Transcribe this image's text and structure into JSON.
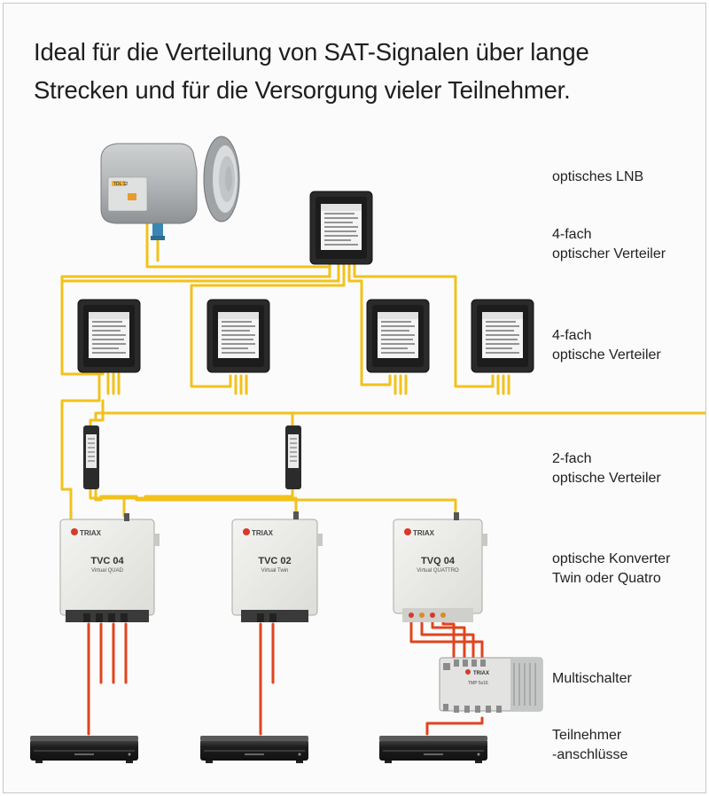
{
  "title": {
    "line1": "Ideal für die Verteilung von SAT-Signalen über lange",
    "line2": "Strecken und für die Versorgung vieler Teilnehmer."
  },
  "labels": {
    "lnb": "optisches LNB",
    "splitter4_main_1": "4-fach",
    "splitter4_main_2": "optischer Verteiler",
    "splitter4_1": "4-fach",
    "splitter4_2": "optische Verteiler",
    "splitter2_1": "2-fach",
    "splitter2_2": "optische Verteiler",
    "converter_1": "optische Konverter",
    "converter_2": "Twin oder Quatro",
    "multiswitch": "Multischalter",
    "subscriber_1": "Teilnehmer",
    "subscriber_2": "-anschlüsse"
  },
  "converters": [
    {
      "brand": "TRIAX",
      "model": "TVC 04",
      "sub": "Virtual QUAD"
    },
    {
      "brand": "TRIAX",
      "model": "TVC 02",
      "sub": "Virtual Twin"
    },
    {
      "brand": "TRIAX",
      "model": "TVQ 04",
      "sub": "Virtual QUATTRO"
    }
  ],
  "lnb_badge": "TDL 12",
  "multiswitch_device": {
    "brand": "TRIAX",
    "model": "TMP 5x16"
  },
  "colors": {
    "fiber": "#f2c21b",
    "coax": "#e0441e",
    "splitter_body": "#262626",
    "converter_body": "#ececea",
    "brand_red": "#d63a2a"
  }
}
